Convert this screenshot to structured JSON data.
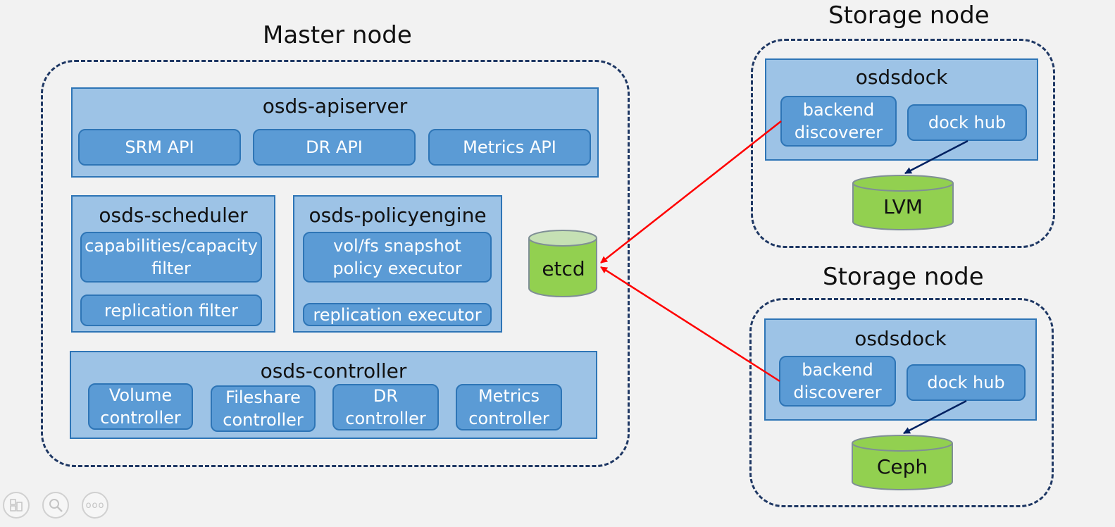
{
  "colors": {
    "panel_fill": "#9dc3e6",
    "panel_border": "#2e75b6",
    "button_fill": "#5b9bd5",
    "db_fill": "#92d050",
    "db_top": "#c5e0b4",
    "dash_border": "#1f3864",
    "arrow_red": "#ff0000",
    "arrow_navy": "#002060"
  },
  "master": {
    "title": "Master node",
    "apiserver": {
      "title": "osds-apiserver",
      "items": [
        "SRM API",
        "DR API",
        "Metrics API"
      ]
    },
    "scheduler": {
      "title": "osds-scheduler",
      "items": [
        "capabilities/capacity\nfilter",
        "replication filter"
      ]
    },
    "policyengine": {
      "title": "osds-policyengine",
      "items": [
        "vol/fs snapshot\npolicy executor",
        "replication executor"
      ]
    },
    "etcd": {
      "label": "etcd"
    },
    "controller": {
      "title": "osds-controller",
      "items": [
        "Volume\ncontroller",
        "Fileshare\ncontroller",
        "DR\ncontroller",
        "Metrics\ncontroller"
      ]
    }
  },
  "storage_nodes": [
    {
      "title": "Storage node",
      "dock_title": "osdsdock",
      "discoverer": "backend\ndiscoverer",
      "hub": "dock hub",
      "backend": "LVM"
    },
    {
      "title": "Storage node",
      "dock_title": "osdsdock",
      "discoverer": "backend\ndiscoverer",
      "hub": "dock hub",
      "backend": "Ceph"
    }
  ],
  "toolbar": {
    "icons": [
      "layout-icon",
      "zoom-icon",
      "more-icon"
    ],
    "more_label": "ooo"
  }
}
